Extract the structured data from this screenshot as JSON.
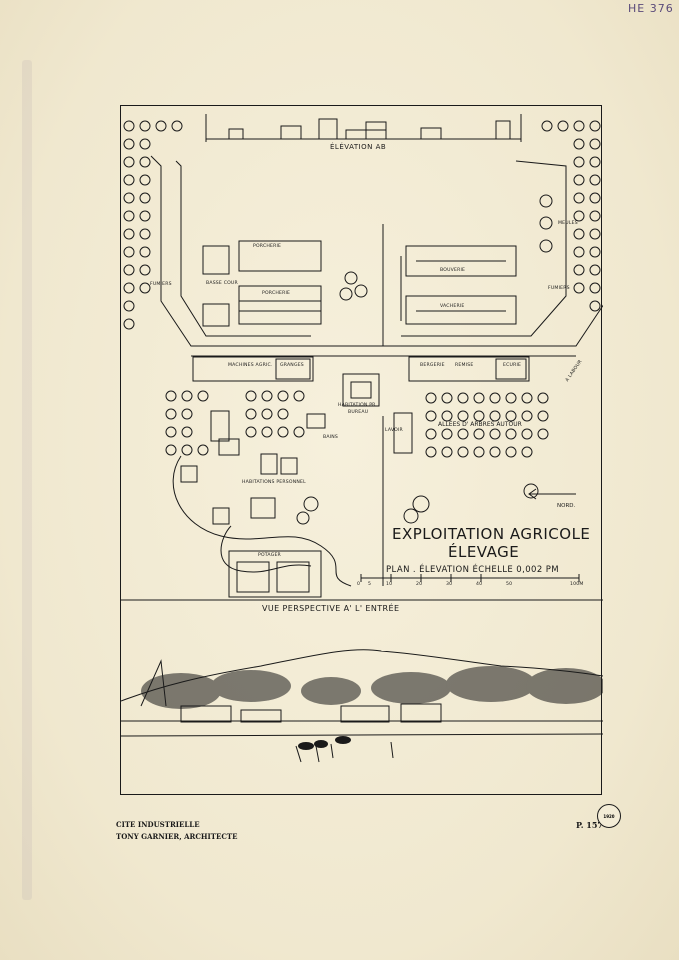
{
  "corner_stamp": "HE 376",
  "plan": {
    "elevation_label": "ÉLÉVATION AB",
    "buildings": {
      "porcherie_top": "PORCHERIE",
      "porcherie": "PORCHERIE",
      "basse_cour": "BASSE COUR",
      "fumiers_left": "FUMIERS",
      "fumiers_right": "FUMIERS",
      "bouverie": "BOUVERIE",
      "vacherie": "VACHERIE",
      "meules": "MEULES",
      "machines": "MACHINES AGRIC.",
      "granges": "GRANGES",
      "bergerie": "BERGERIE",
      "remise": "REMISE",
      "ecurie": "ECURIE",
      "habitation_pr": "HABITATION PR",
      "bureau": "BUREAU",
      "lavoir": "LAVOIR",
      "bains": "BAINS",
      "habitations_personnel": "HABITATIONS PERSONNEL",
      "potager": "POTAGER",
      "allees": "ALLÉES D' ARBRES AUTOUR",
      "a_labour": "A LABOUR"
    },
    "nord": "NORD.",
    "title_line1": "EXPLOITATION AGRICOLE",
    "title_line2": "ÉLEVAGE",
    "title_line3": "PLAN . ÉLEVATION  ÉCHELLE  0,002 PM",
    "scale_ticks": [
      "0",
      "5",
      "10",
      "20",
      "30",
      "40",
      "50"
    ],
    "scale_end": "100M"
  },
  "perspective_label": "VUE PERSPECTIVE  A'  L' ENTRÉE",
  "footer": {
    "line1": "CITE INDUSTRIELLE",
    "line2": "TONY GARNIER, ARCHITECTE",
    "page": "P. 157"
  },
  "seal_text": "1920",
  "colors": {
    "paper": "#f3ecd6",
    "ink": "#1a1a1a"
  }
}
